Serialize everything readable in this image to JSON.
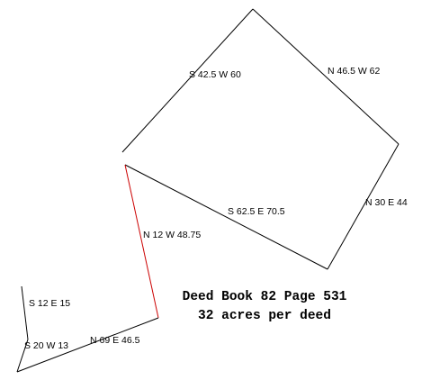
{
  "colors": {
    "line": "#000000",
    "highlight_line": "#cc0000",
    "background": "#ffffff"
  },
  "calls": {
    "s42_5w60": "S 42.5 W 60",
    "n46_5w62": "N 46.5 W 62",
    "n30e44": "N 30 E 44",
    "s62_5e70_5": "S 62.5 E 70.5",
    "n12w48_75": "N 12 W 48.75",
    "s12e15": "S 12 E 15",
    "s20w13": "S 20 W 13",
    "n69e46_5": "N 69 E 46.5"
  },
  "deed": {
    "line1": "Deed Book 82 Page 531",
    "line2": "32 acres per deed"
  }
}
